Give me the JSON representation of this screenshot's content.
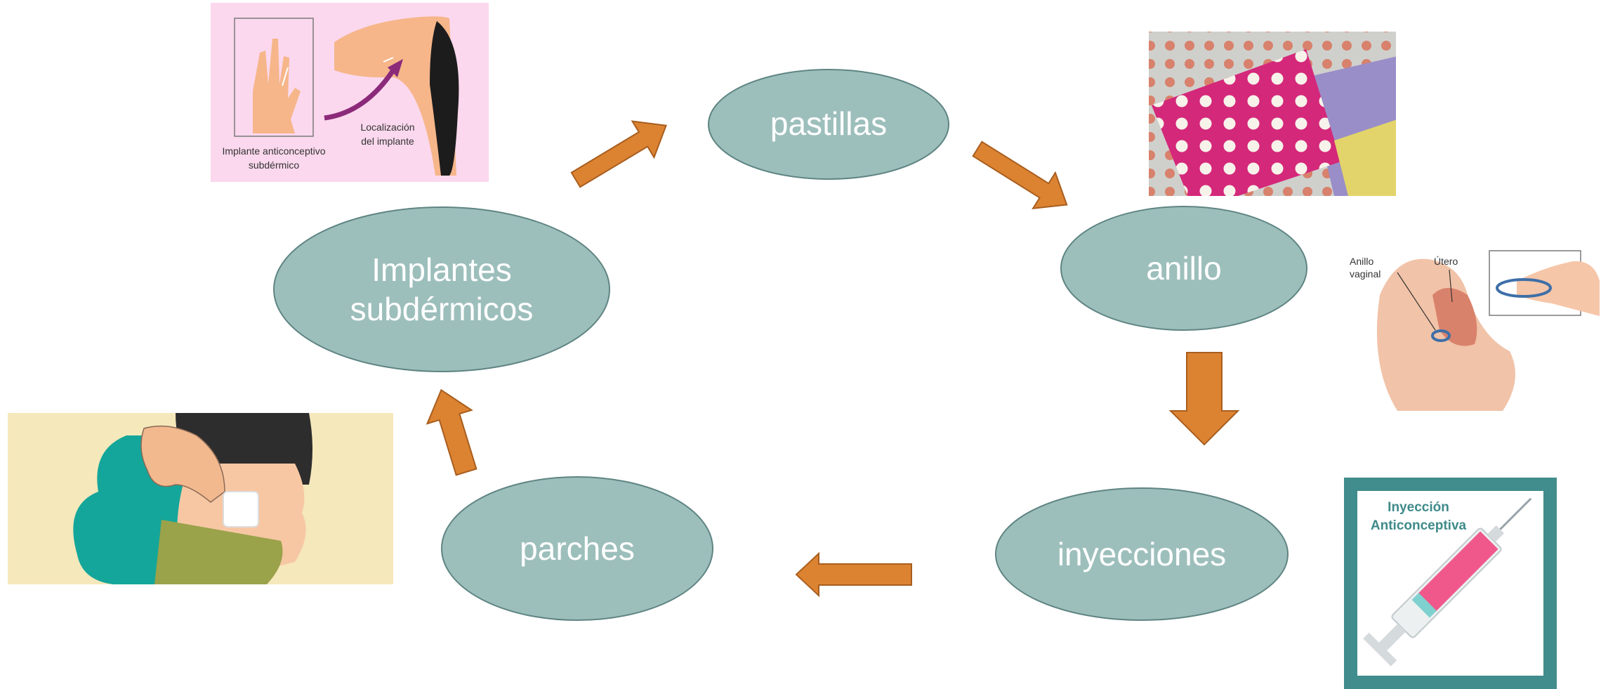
{
  "diagram": {
    "nodes": {
      "pastillas": "pastillas",
      "anillo": "anillo",
      "inyecciones": "inyecciones",
      "parches": "parches",
      "implantes_line1": "Implantes",
      "implantes_line2": "subdérmicos"
    },
    "flow": [
      "pastillas",
      "anillo",
      "inyecciones",
      "parches",
      "Implantes subdérmicos"
    ]
  },
  "images": {
    "implant": {
      "caption_line1": "Implante anticonceptivo",
      "caption_line2": "subdérmico",
      "location_line1": "Localización",
      "location_line2": "del implante"
    },
    "ring": {
      "label_ring_line1": "Anillo",
      "label_ring_line2": "vaginal",
      "label_uterus": "Útero"
    },
    "injection": {
      "title_line1": "Inyección",
      "title_line2": "Anticonceptiva"
    }
  },
  "colors": {
    "node_fill": "#9dbfbc",
    "node_stroke": "#5f8583",
    "arrow_fill": "#dc8332",
    "arrow_stroke": "#a85e1e",
    "implant_bg": "#fbd8ee",
    "patch_bg": "#f5e8bb",
    "injection_frame": "#418c8c"
  },
  "icons": {
    "implant_image": "implant-arm-illustration",
    "pills_image": "pill-blister-photo",
    "ring_image": "vaginal-ring-illustration",
    "injection_image": "syringe-illustration",
    "patch_image": "skin-patch-illustration"
  }
}
